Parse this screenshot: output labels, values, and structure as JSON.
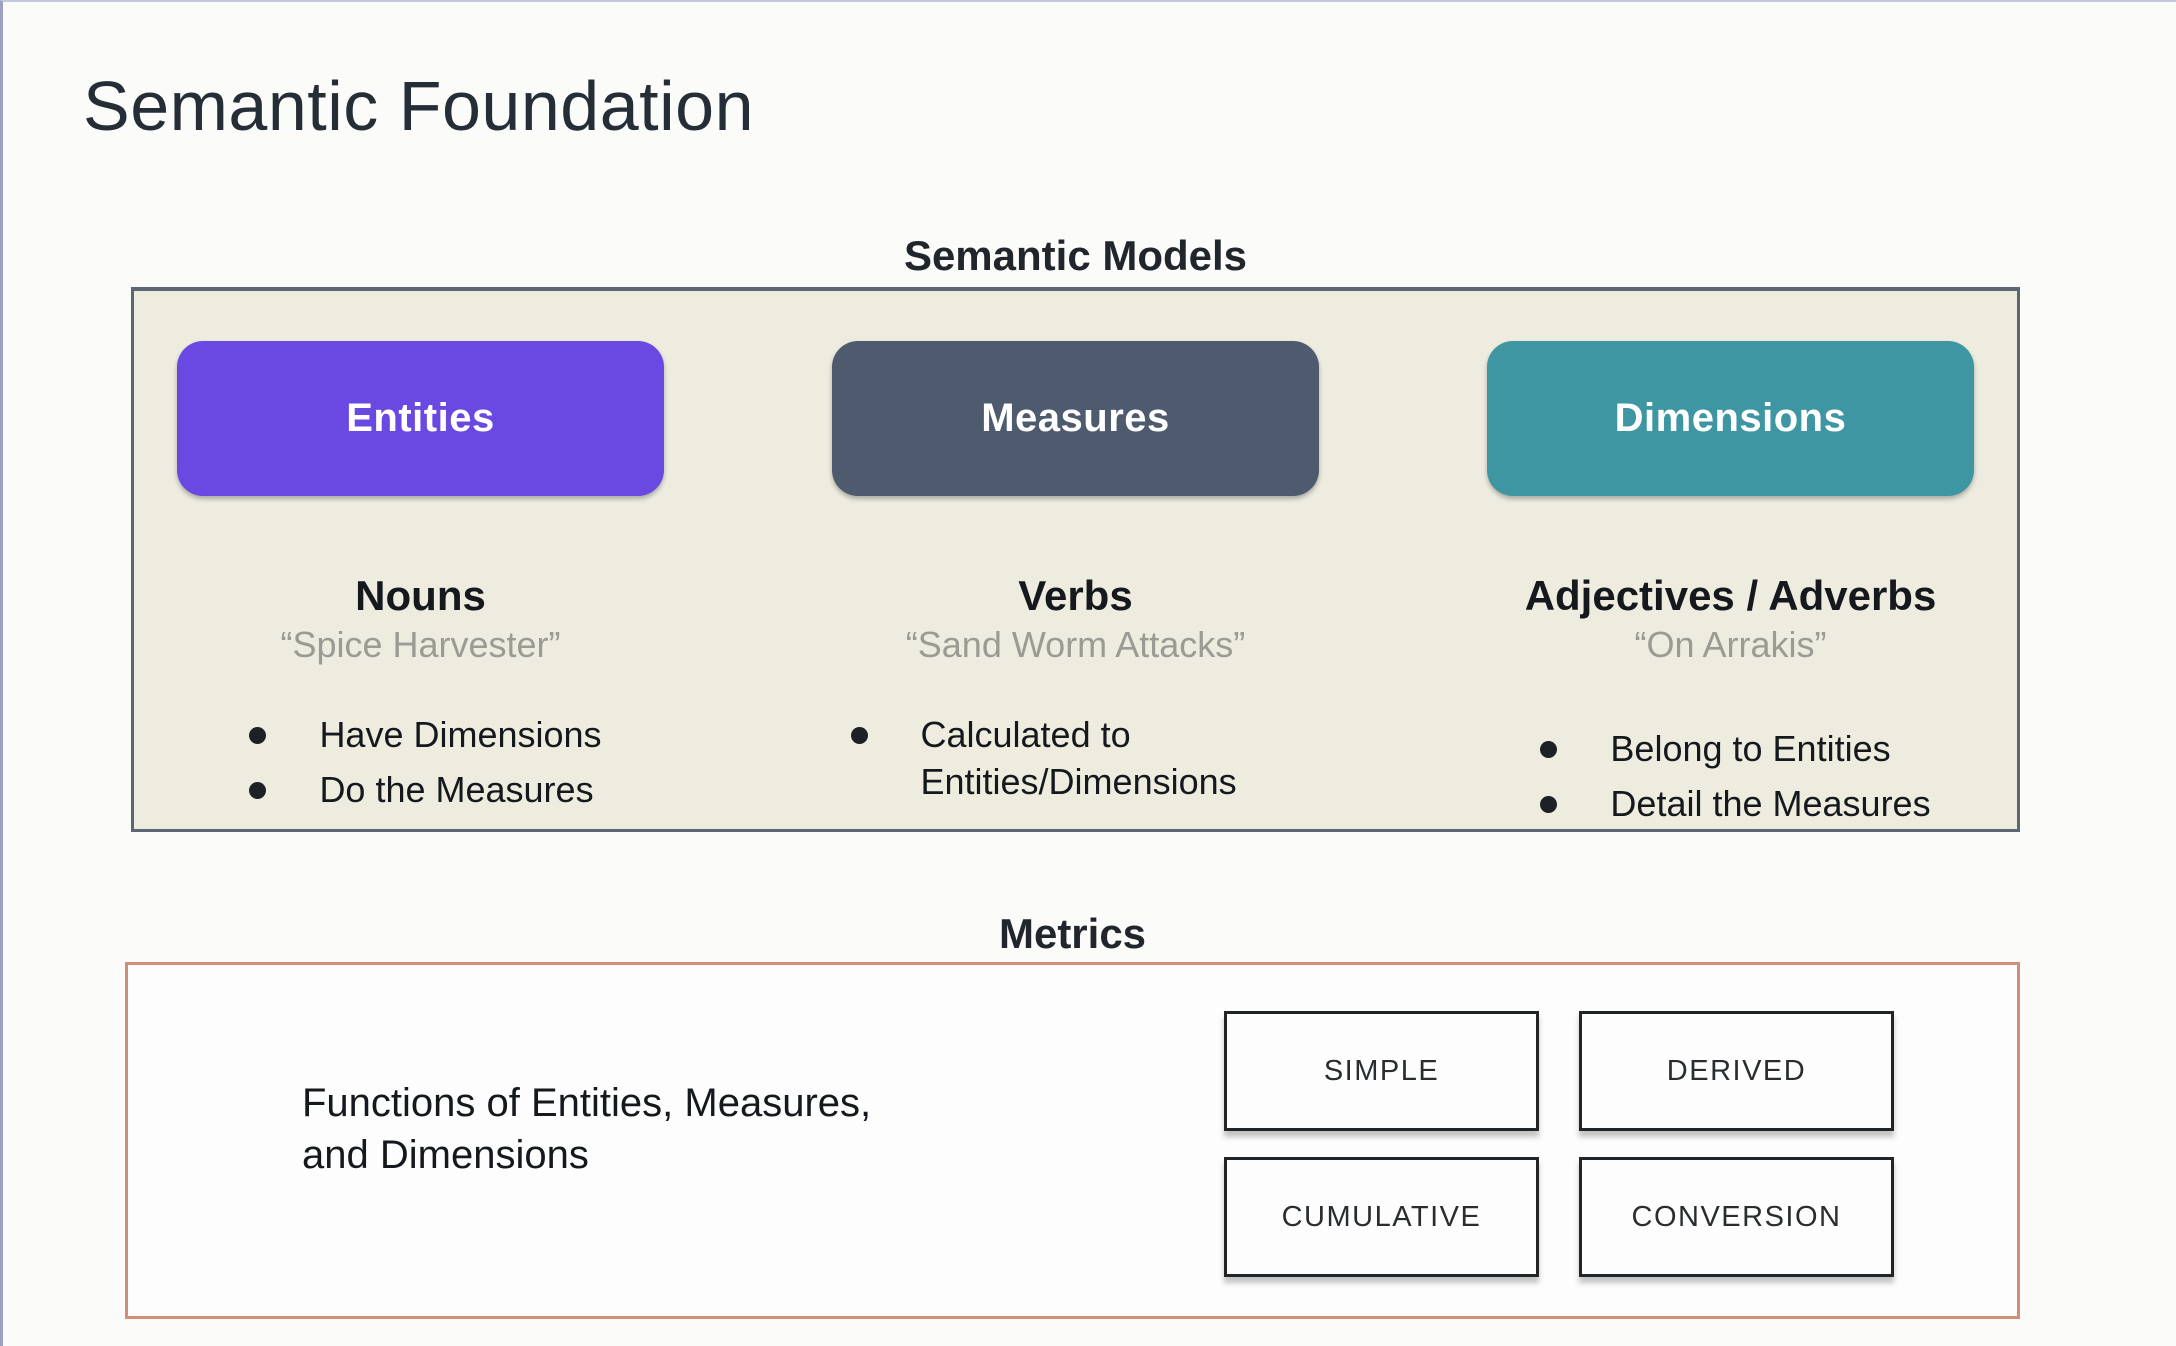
{
  "slide": {
    "title": "Semantic Foundation"
  },
  "semantic_models": {
    "heading": "Semantic Models",
    "columns": [
      {
        "pill_label": "Entities",
        "role": "Nouns",
        "example": "“Spice Harvester”",
        "bullets": [
          "Have Dimensions",
          "Do the Measures"
        ]
      },
      {
        "pill_label": "Measures",
        "role": "Verbs",
        "example": "“Sand Worm Attacks”",
        "bullets": [
          "Calculated to Entities/Dimensions"
        ]
      },
      {
        "pill_label": "Dimensions",
        "role": "Adjectives / Adverbs",
        "example": "“On Arrakis”",
        "bullets": [
          "Belong to Entities",
          "Detail the Measures"
        ]
      }
    ]
  },
  "metrics": {
    "heading": "Metrics",
    "description_lines": [
      "Functions of Entities, Measures,",
      "and Dimensions"
    ],
    "types": [
      "SIMPLE",
      "DERIVED",
      "CUMULATIVE",
      "CONVERSION"
    ]
  },
  "colors": {
    "entities_pill": "#6a49e3",
    "measures_pill": "#4e5b6f",
    "dimensions_pill": "#3e96a3",
    "models_panel_bg": "#edecdf",
    "models_panel_border": "#5d6773",
    "metrics_panel_border": "#d28f77"
  }
}
